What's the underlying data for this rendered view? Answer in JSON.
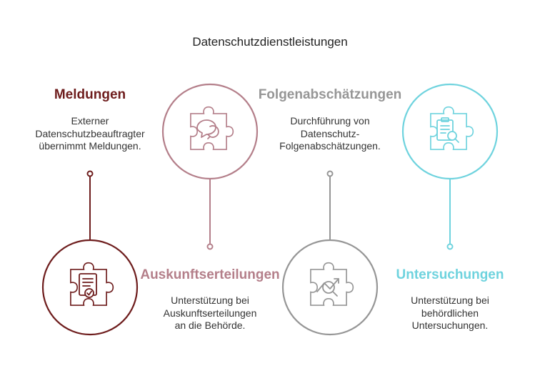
{
  "title": "Datenschutzdienstleistungen",
  "colors": {
    "meldungen": "#6e1d1d",
    "auskunft": "#b47f8a",
    "folgen": "#969696",
    "untersuchungen": "#6fd3de"
  },
  "steps": [
    {
      "id": "meldungen",
      "heading": "Meldungen",
      "desc": [
        "Externer",
        "Datenschutzbeauftragter",
        "übernimmt Meldungen."
      ],
      "icon": "document-check-icon"
    },
    {
      "id": "auskunft",
      "heading": "Auskunftserteilungen",
      "desc": [
        "Unterstützung bei",
        "Auskunftserteilungen",
        "an die Behörde."
      ],
      "icon": "chat-bubbles-refresh-icon"
    },
    {
      "id": "folgen",
      "heading": "Folgenabschätzungen",
      "desc": [
        "Durchführung von",
        "Datenschutz-",
        "Folgenabschätzungen."
      ],
      "icon": "trend-magnifier-icon"
    },
    {
      "id": "untersuchungen",
      "heading": "Untersuchungen",
      "desc": [
        "Unterstützung bei",
        "behördlichen",
        "Untersuchungen."
      ],
      "icon": "clipboard-search-icon"
    }
  ]
}
